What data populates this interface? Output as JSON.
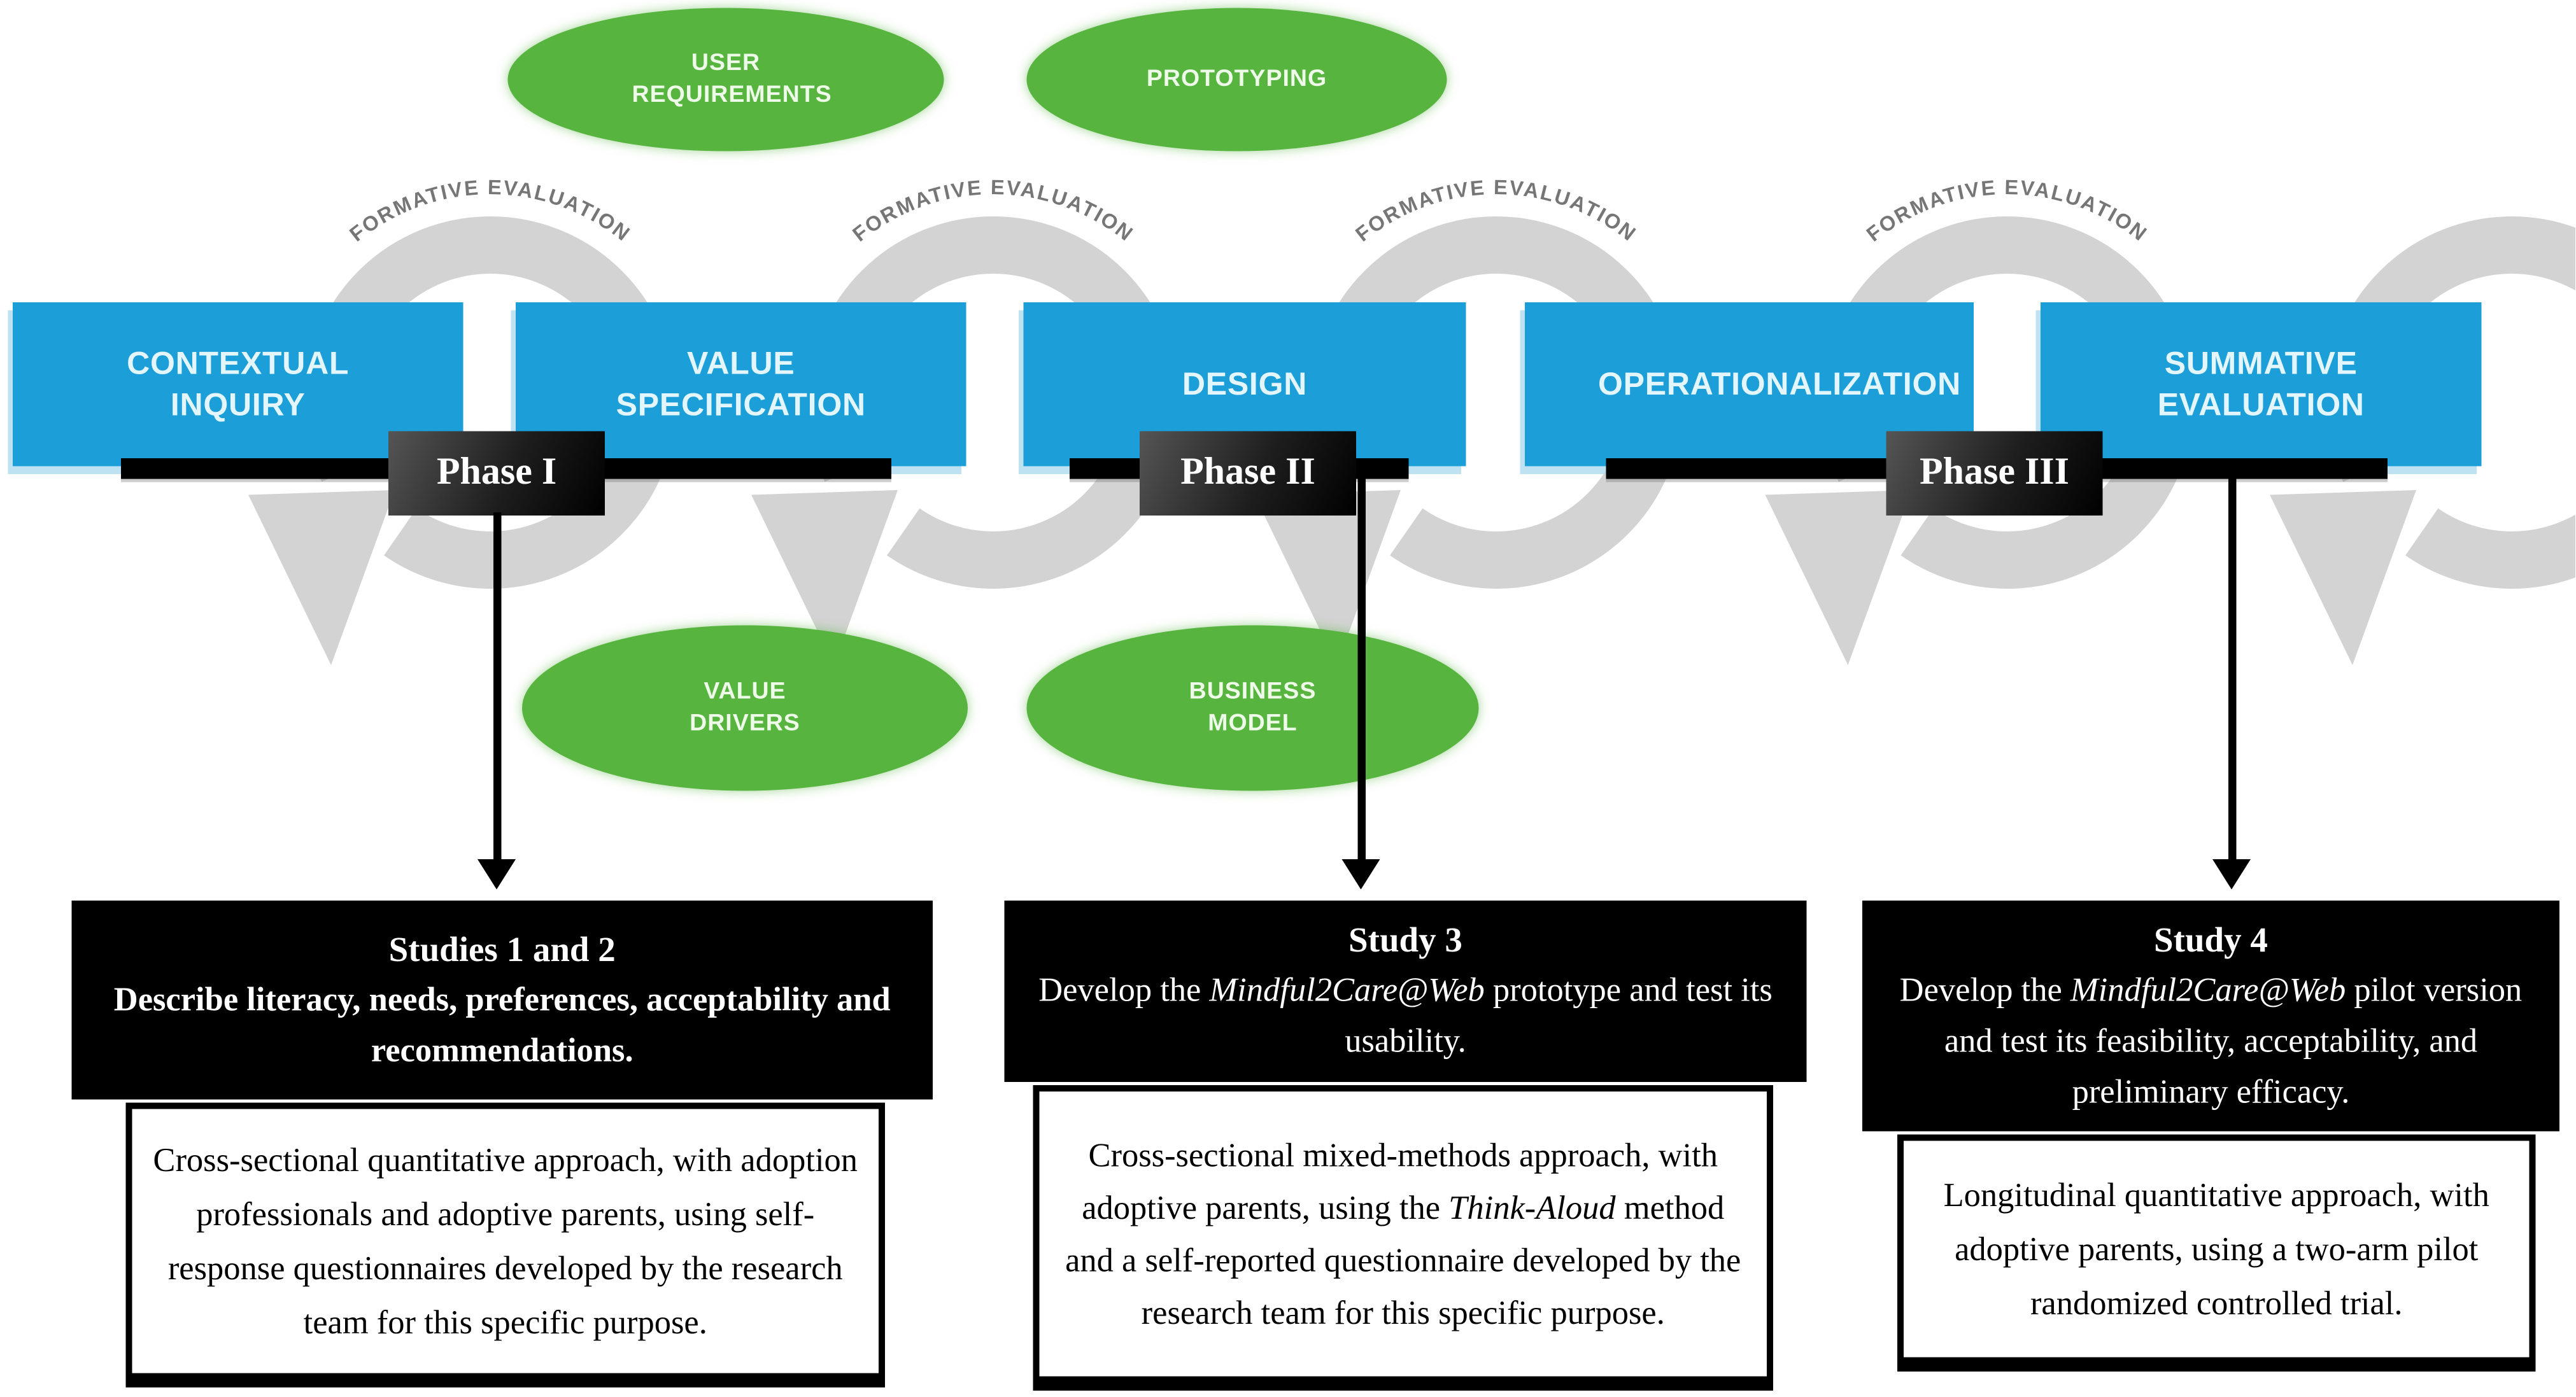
{
  "cycle_label": "FORMATIVE EVALUATION",
  "top_ellipses": [
    {
      "label": "USER REQUIREMENTS"
    },
    {
      "label": "PROTOTYPING"
    }
  ],
  "bottom_ellipses": [
    {
      "label": "VALUE DRIVERS"
    },
    {
      "label": "BUSINESS MODEL"
    }
  ],
  "process_boxes": [
    {
      "label": "CONTEXTUAL INQUIRY"
    },
    {
      "label": "VALUE SPECIFICATION"
    },
    {
      "label": "DESIGN"
    },
    {
      "label": "OPERATIONALIZATION"
    },
    {
      "label": "SUMMATIVE EVALUATION"
    }
  ],
  "phase_markers": [
    {
      "label": "Phase I"
    },
    {
      "label": "Phase II"
    },
    {
      "label": "Phase III"
    }
  ],
  "studies": [
    {
      "title": "Studies 1 and 2",
      "goal": {
        "pre": "Describe literacy, needs, preferences, acceptability and recommendations.",
        "italic": "",
        "post": ""
      },
      "method": {
        "pre": "Cross-sectional quantitative approach, with adoption professionals and adoptive parents, using self-response questionnaires developed by the research team for this specific purpose.",
        "italic": "",
        "post": ""
      }
    },
    {
      "title": "Study 3",
      "goal": {
        "pre": "Develop the ",
        "italic": "Mindful2Care@Web",
        "post": " prototype and test its usability."
      },
      "method": {
        "pre": "Cross-sectional mixed-methods approach, with adoptive parents, using the ",
        "italic": "Think-Aloud",
        "post": " method and a self-reported questionnaire developed by the research team for this specific purpose."
      }
    },
    {
      "title": "Study 4",
      "goal": {
        "pre": "Develop the ",
        "italic": "Mindful2Care@Web",
        "post": " pilot version and test its feasibility, acceptability, and preliminary efficacy."
      },
      "method": {
        "pre": "Longitudinal quantitative approach, with adoptive parents, using a two-arm pilot randomized controlled trial.",
        "italic": "",
        "post": ""
      }
    }
  ],
  "colors": {
    "process_blue": "#1c9ed9",
    "ellipse_green": "#56b43f",
    "cycle_gray": "#d3d3d3",
    "cycle_text_gray": "#767676",
    "phase_black": "#000000"
  }
}
